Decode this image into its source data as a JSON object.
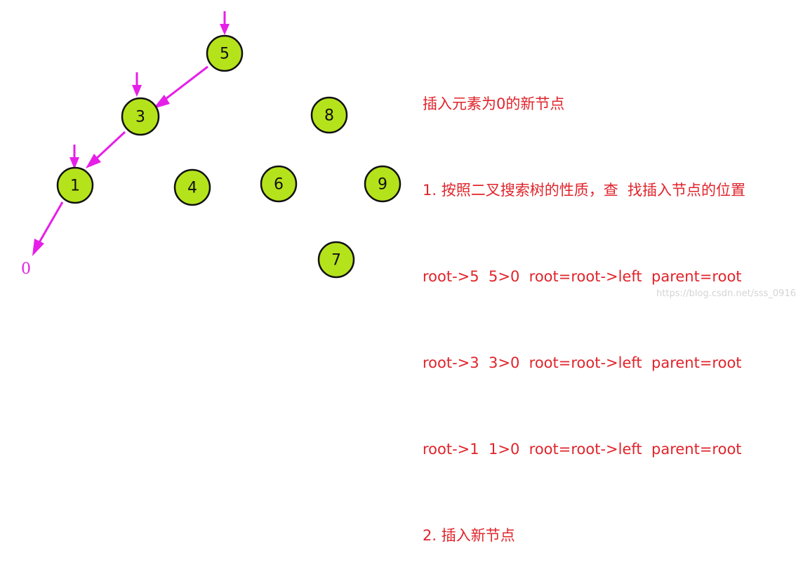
{
  "colors": {
    "node_fill": "#b5e31b",
    "node_stroke": "#111111",
    "arrow": "#e61fe8",
    "text_red": "#e0242b",
    "watermark": "#d4d4d4"
  },
  "tree": {
    "nodes": [
      "5",
      "3",
      "8",
      "1",
      "4",
      "6",
      "9",
      "7"
    ],
    "search_path": [
      "5",
      "3",
      "1"
    ],
    "inserted_value": "0"
  },
  "notes": {
    "title": "插入元素为0的新节点",
    "step1": "1. 按照二叉搜索树的性质，查  找插入节点的位置",
    "line_root5": "root->5  5>0  root=root->left  parent=root",
    "line_root3": "root->3  3>0  root=root->left  parent=root",
    "line_root1": "root->1  1>0  root=root->left  parent=root",
    "step2": "2. 插入新节点"
  },
  "watermark": "https://blog.csdn.net/sss_0916"
}
